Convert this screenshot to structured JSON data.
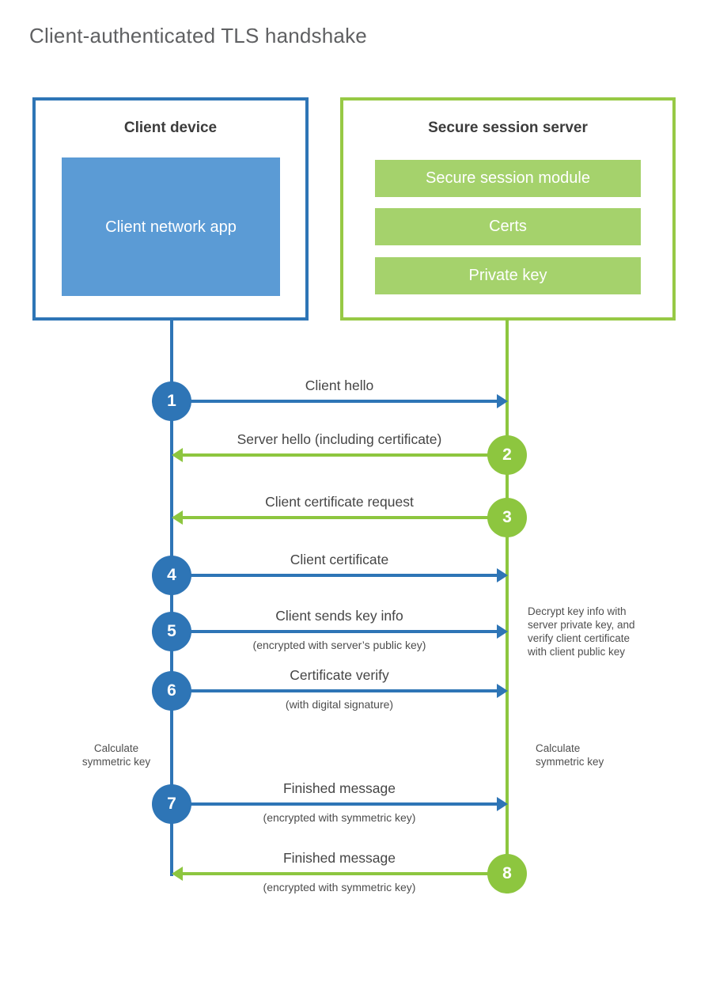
{
  "title": "Client-authenticated TLS handshake",
  "client": {
    "title": "Client device",
    "app": "Client network app"
  },
  "server": {
    "title": "Secure session server",
    "modules": [
      "Secure session module",
      "Certs",
      "Private key"
    ]
  },
  "steps": [
    {
      "num": "1",
      "label": "Client hello",
      "direction": "client-to-server"
    },
    {
      "num": "2",
      "label": "Server hello (including certificate)",
      "direction": "server-to-client"
    },
    {
      "num": "3",
      "label": "Client certificate request",
      "direction": "server-to-client"
    },
    {
      "num": "4",
      "label": "Client certificate",
      "direction": "client-to-server"
    },
    {
      "num": "5",
      "label": "Client sends key info",
      "sub": "(encrypted with server’s public key)",
      "direction": "client-to-server"
    },
    {
      "num": "6",
      "label": "Certificate verify",
      "sub": "(with digital signature)",
      "direction": "client-to-server"
    },
    {
      "num": "7",
      "label": "Finished message",
      "sub": "(encrypted with symmetric key)",
      "direction": "client-to-server"
    },
    {
      "num": "8",
      "label": "Finished message",
      "sub": "(encrypted with symmetric key)",
      "direction": "server-to-client"
    }
  ],
  "annotations": {
    "server_note_lines": [
      "Decrypt key info with",
      "server private key, and",
      "verify client certificate",
      "with client public key"
    ],
    "client_calc_lines": [
      "Calculate",
      "symmetric key"
    ],
    "server_calc_lines": [
      "Calculate",
      "symmetric key"
    ]
  },
  "colors": {
    "blue_accent": "#2e75b6",
    "blue_fill": "#5b9bd5",
    "green_accent": "#8dc63f",
    "green_border": "#97c945",
    "green_fill": "#a5d26c"
  }
}
